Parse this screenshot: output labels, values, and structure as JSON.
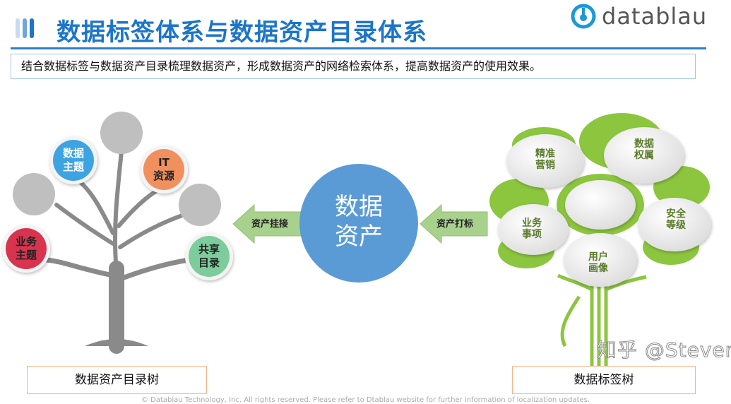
{
  "header": {
    "title": "数据标签体系与数据资产目录体系",
    "logo_text": "datablau",
    "subtitle": "结合数据标签与数据资产目录梳理数据资产，形成数据资产的网络检索体系，提高数据资产的使用效果。"
  },
  "left_tree": {
    "caption": "数据资产目录树",
    "nodes": [
      {
        "label_lines": [
          "数据",
          "主题"
        ],
        "color": "#3ea3e2"
      },
      {
        "label_lines": [
          "IT",
          "资源"
        ],
        "color": "#f0905e"
      },
      {
        "label_lines": [
          "业务",
          "主题"
        ],
        "color": "#d8344f"
      },
      {
        "label_lines": [
          "共享",
          "目录"
        ],
        "color": "#7ccc9c"
      }
    ],
    "trunk_color": "#8a8a8a",
    "empty_node_color": "#bfbfbf"
  },
  "center": {
    "label_lines": [
      "数据",
      "资产"
    ],
    "color": "#5b9bd5",
    "left_arrow_label": "资产挂接",
    "right_arrow_label": "资产打标",
    "arrow_color": "#a9d18e"
  },
  "right_tree": {
    "caption": "数据标签树",
    "nodes": [
      {
        "label_lines": [
          "精准",
          "营销"
        ]
      },
      {
        "label_lines": [
          "数据",
          "权属"
        ]
      },
      {
        "label_lines": [
          "业务",
          "事项"
        ]
      },
      {
        "label_lines": [
          "安全",
          "等级"
        ]
      },
      {
        "label_lines": [
          "用户",
          "画像"
        ]
      }
    ],
    "leaf_color": "#8cc63f",
    "text_color": "#5a7a2a"
  },
  "footer": "© Datablau Technology, Inc. All rights reserved.  Please refer to Dtablau website for further information of localization updates.",
  "watermark": "知乎 @Steven"
}
